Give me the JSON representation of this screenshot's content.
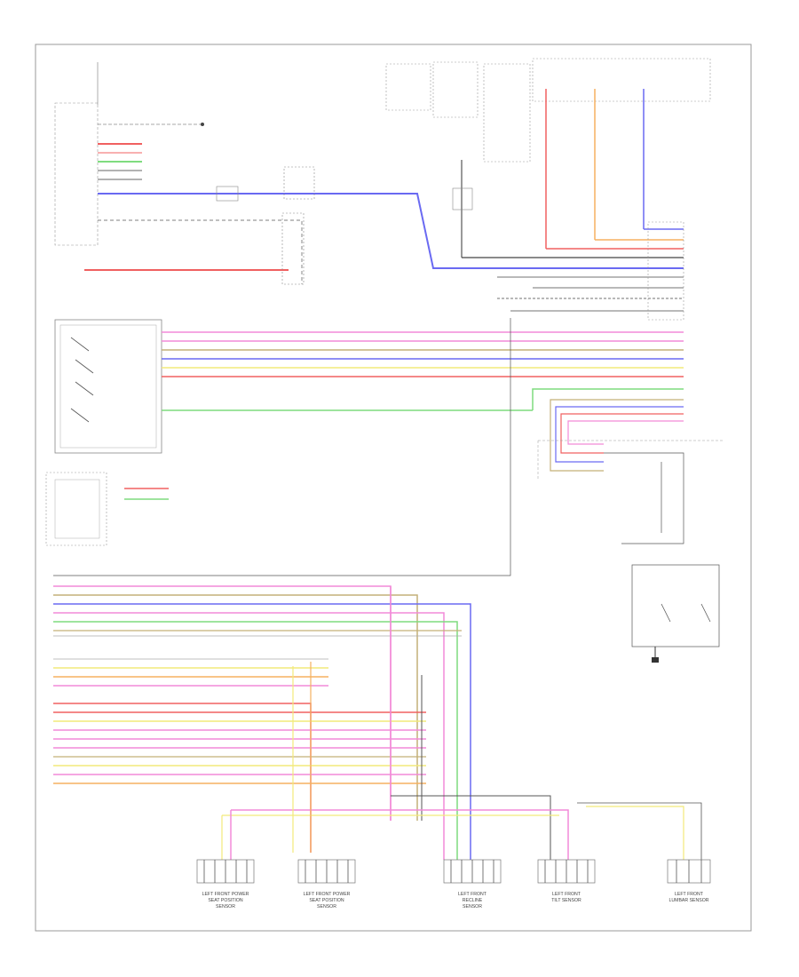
{
  "page_number": "",
  "colors": {
    "frame": "#9a9a9a",
    "wire_black": "#3a3a3a",
    "blue": "#6a6af2",
    "red": "#f06060",
    "pink": "#f28ad8",
    "orange": "#f5b060",
    "yellow": "#f2ea7a",
    "green": "#7fdc7f",
    "tan": "#c4b078",
    "gray": "#aaaaaa",
    "magenta": "#e070e0"
  },
  "components": [
    {
      "id": "lf-seat-pos-sensor",
      "caption_lines": [
        "LEFT FRONT POWER",
        "SEAT POSITION",
        "SENSOR"
      ]
    },
    {
      "id": "lf-slide-sensor",
      "caption_lines": [
        "LEFT FRONT POWER",
        "SEAT POSITION",
        "SENSOR"
      ]
    },
    {
      "id": "lf-recline-sensor",
      "caption_lines": [
        "LEFT FRONT",
        "RECLINE",
        "SENSOR"
      ]
    },
    {
      "id": "lf-tilt-sensor",
      "caption_lines": [
        "LEFT FRONT",
        "TILT SENSOR"
      ]
    },
    {
      "id": "lf-lumbar-sensor",
      "caption_lines": [
        "LEFT FRONT",
        "LUMBAR SENSOR"
      ]
    }
  ]
}
